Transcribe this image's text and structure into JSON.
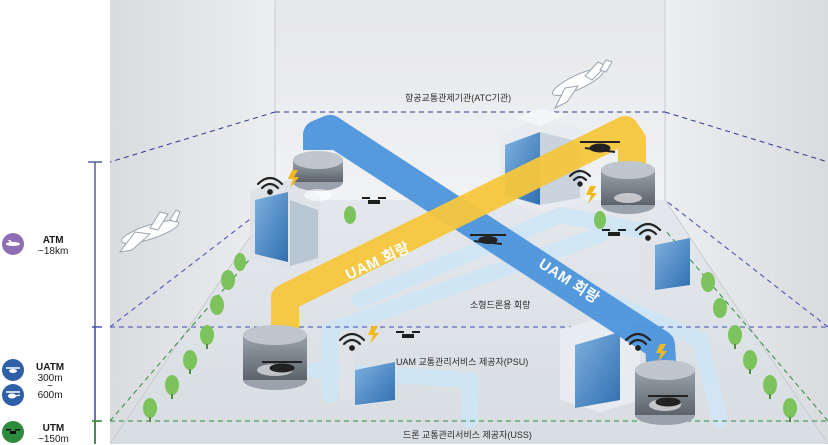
{
  "diagram": {
    "top_label": "항공교통관제기관(ATC기관)",
    "corridor_label_1": "UAM 회랑",
    "corridor_label_2": "UAM 회랑",
    "drone_corridor_label": "소형드론용 회랑",
    "psu_label": "UAM 교통관리서비스 제공자(PSU)",
    "uss_label": "드론 교통관리서비스 제공자(USS)"
  },
  "legend": [
    {
      "name": "ATM",
      "range": "~18km",
      "color": "#8f6fb3",
      "icon": "airplane-icon"
    },
    {
      "name": "UATM",
      "range_from": "300m",
      "range_sep": "~",
      "range_to": "600m",
      "color": "#2e5fa8",
      "icon": "evtol-icon"
    },
    {
      "name": "UTM",
      "range": "~150m",
      "color": "#2e8b3e",
      "icon": "drone-icon"
    }
  ],
  "colors": {
    "atm_line": "#2e3a8c",
    "uatm_line": "#3f4bb0",
    "utm_line": "#2e8b3e",
    "corridor_blue": "#4d95dc",
    "corridor_yellow": "#f5c63c",
    "drone_path": "#cfe6f5"
  }
}
